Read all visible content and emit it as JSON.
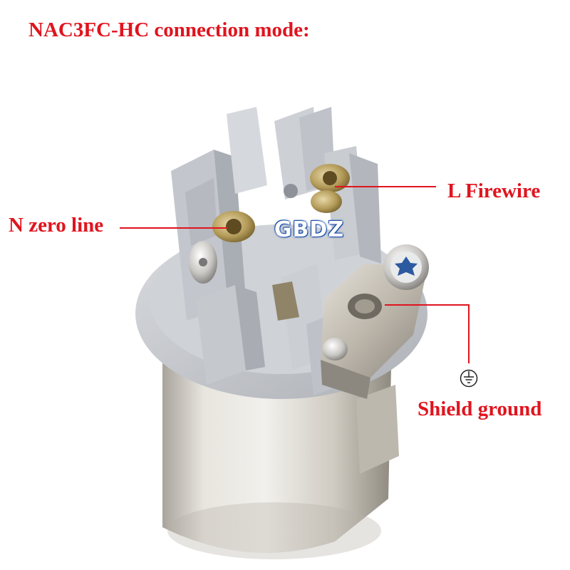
{
  "title": "NAC3FC-HC connection mode:",
  "labels": {
    "live": "L Firewire",
    "neutral": "N zero line",
    "ground": "Shield ground"
  },
  "watermark": "GBDZ",
  "colors": {
    "label_red": "#e0141e",
    "brand_blue": "#1c4fa8",
    "housing_gray": "#c9ccd1",
    "metal_silver": "#cfcbc3"
  },
  "icons": {
    "ground": "earth-ground-icon"
  }
}
